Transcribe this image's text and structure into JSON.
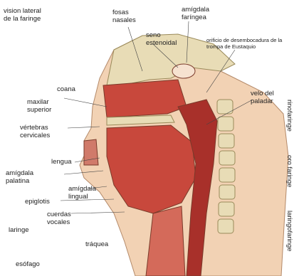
{
  "diagram": {
    "title": "vision lateral\nde la faringe",
    "labels": {
      "fosas_nasales": "fosas\nnasales",
      "amigdala_faringea": "amígdala\nfaríngea",
      "seno_esfenoidal": "seno\nestenoidal",
      "orificio_trompa": "orificio de desembocadura de la\ntrompa de Eustaquio",
      "velo_paladar": "velo del\npaladar",
      "coana": "coana",
      "maxilar_superior": "maxilar\nsuperior",
      "vertebras_cervicales": "vértebras\ncervicales",
      "lengua": "lengua",
      "amigdala_palatina": "amígdala\npalatina",
      "amigdala_lingual": "amígdala\nlingual",
      "epiglotis": "epiglotis",
      "cuerdas_vocales": "cuerdas\nvocales",
      "laringe": "laringe",
      "traquea": "tráquea",
      "esofago": "esófago",
      "rinofaringe": "rinofaringe",
      "orofaringe": "oro faringe",
      "laringofaringe": "laringofaringe"
    }
  },
  "colors": {
    "skin": "#f2d2b4",
    "muscle": "#c8483c",
    "muscle_dark": "#a8302a",
    "bone": "#e8dcb6",
    "cavity": "#f6e2d0",
    "outline": "#7a3a2a"
  }
}
